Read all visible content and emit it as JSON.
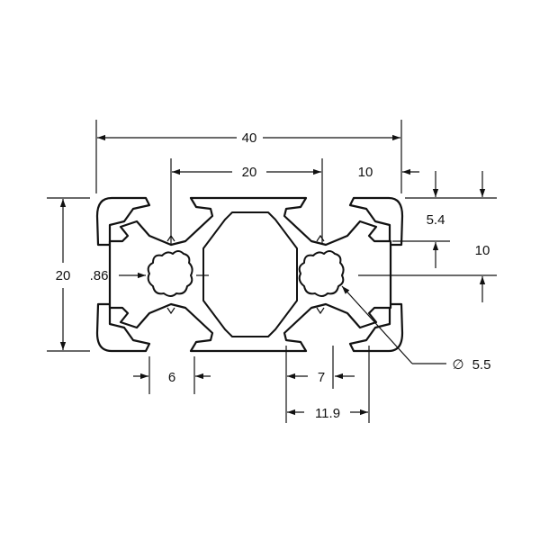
{
  "dimensions": {
    "overall_width": "40",
    "slot_spacing": "20",
    "corner_offset": "10",
    "overall_height": "20",
    "wall_thickness": ".86",
    "slot_depth": "5.4",
    "slot_center": "10",
    "bore_diameter": "5.5",
    "bore_symbol": "∅",
    "slot_opening": "6",
    "slot_inner_width": "7",
    "slot_outer_width": "11.9"
  },
  "colors": {
    "ink": "#111111",
    "background": "#ffffff"
  }
}
